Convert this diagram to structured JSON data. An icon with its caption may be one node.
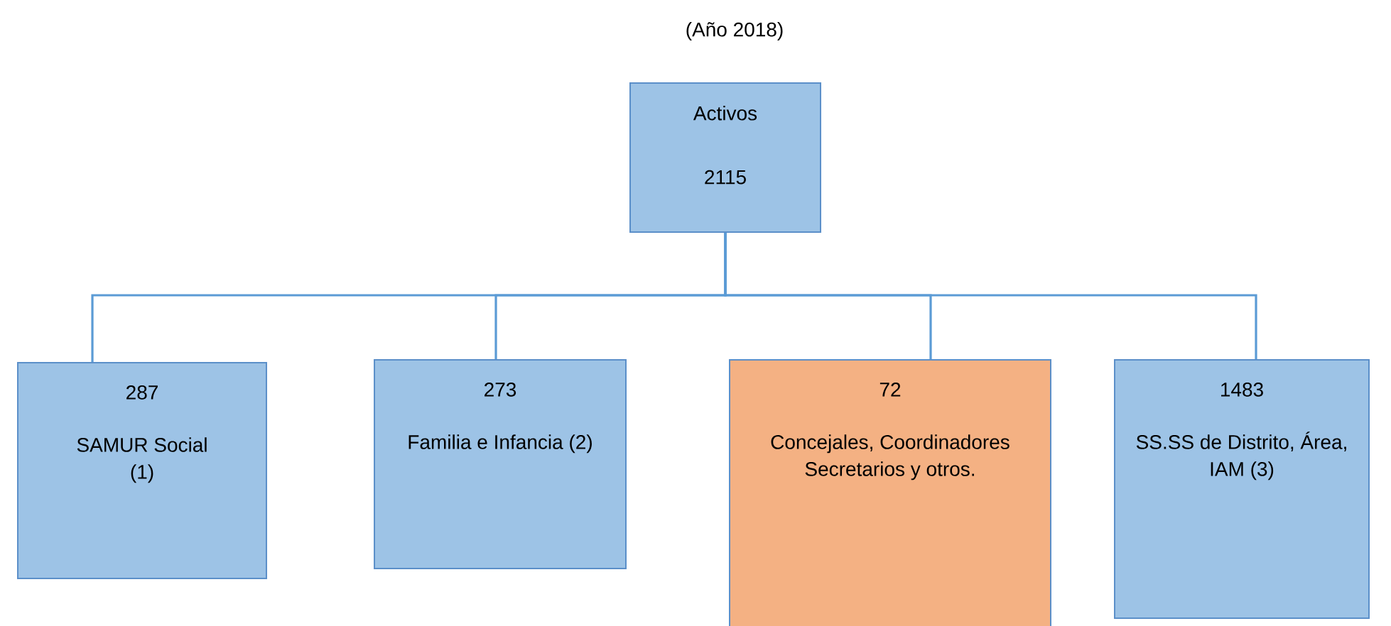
{
  "diagram": {
    "title": "(Año 2018)",
    "nodes": [
      {
        "text": [
          "Activos",
          "2115"
        ]
      },
      {
        "text": [
          "287",
          "SAMUR Social (1)"
        ]
      },
      {
        "text": [
          "273",
          "Familia e Infancia (2)"
        ]
      },
      {
        "text": [
          "72",
          "Concejales, Coordinadores Secretarios  y otros."
        ]
      },
      {
        "text": [
          "1483",
          "SS.SS de Distrito, Área, IAM (3)"
        ]
      }
    ],
    "edges": [
      {
        "from": 0,
        "to": 1,
        "arrow": "none"
      },
      {
        "from": 0,
        "to": 2,
        "arrow": "none"
      },
      {
        "from": 0,
        "to": 3,
        "arrow": "none"
      },
      {
        "from": 0,
        "to": 4,
        "arrow": "none"
      }
    ]
  }
}
